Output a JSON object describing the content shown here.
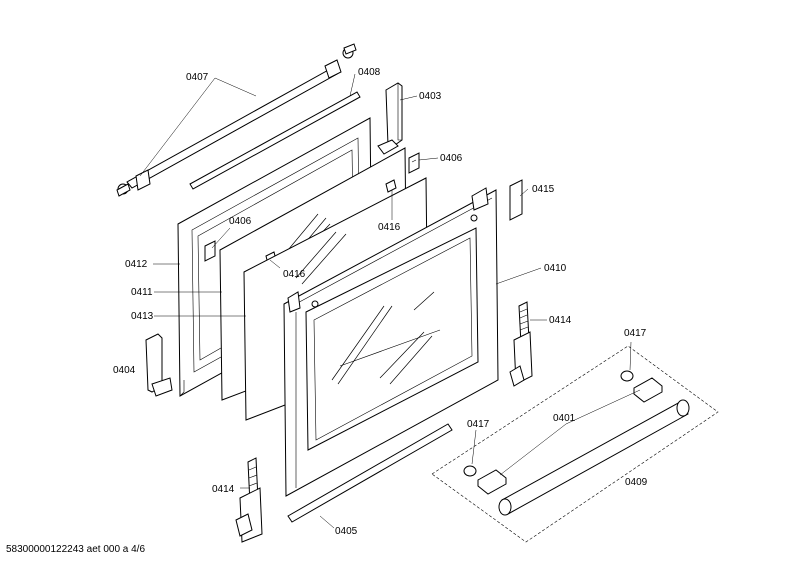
{
  "labels": {
    "p0407": "0407",
    "p0408": "0408",
    "p0403": "0403",
    "p0406a": "0406",
    "p0415": "0415",
    "p0406b": "0406",
    "p0416a": "0416",
    "p0416b": "0416",
    "p0412": "0412",
    "p0410": "0410",
    "p0411": "0411",
    "p0413": "0413",
    "p0414a": "0414",
    "p0417a": "0417",
    "p0404": "0404",
    "p0401": "0401",
    "p0417b": "0417",
    "p0409": "0409",
    "p0414b": "0414",
    "p0405": "0405"
  },
  "footer": "58300000122243 aet 000 a 4/6"
}
